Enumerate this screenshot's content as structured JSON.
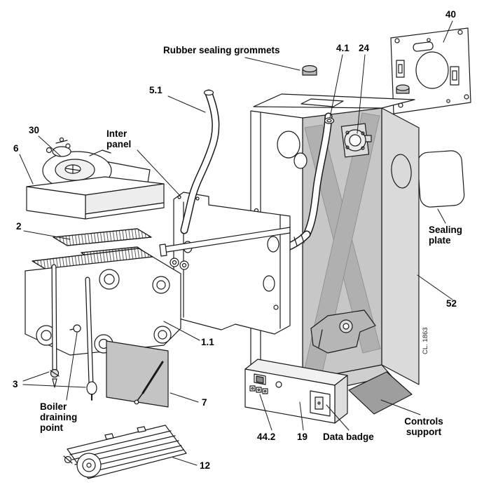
{
  "diagram": {
    "kind": "exploded-parts-diagram",
    "colors": {
      "line": "#1a1a1a",
      "shade_light": "#dadada",
      "shade_mid": "#c7c7c7",
      "shade_dark": "#9e9e9e"
    }
  },
  "labels": {
    "part40": "40",
    "rubber_sealing_grommets": "Rubber sealing grommets",
    "part4_1": "4.1",
    "part24": "24",
    "part5_1": "5.1",
    "part30": "30",
    "part6": "6",
    "inter_panel": "Inter panel",
    "part2": "2",
    "sealing_plate": "Sealing plate",
    "part52": "52",
    "part1_1": "1.1",
    "part3": "3",
    "boiler_draining_point": "Boiler draining point",
    "part7": "7",
    "part12": "12",
    "part44_2": "44.2",
    "part19": "19",
    "data_badge": "Data badge",
    "controls_support": "Controls support",
    "drawing_code": "CL. 1863"
  }
}
